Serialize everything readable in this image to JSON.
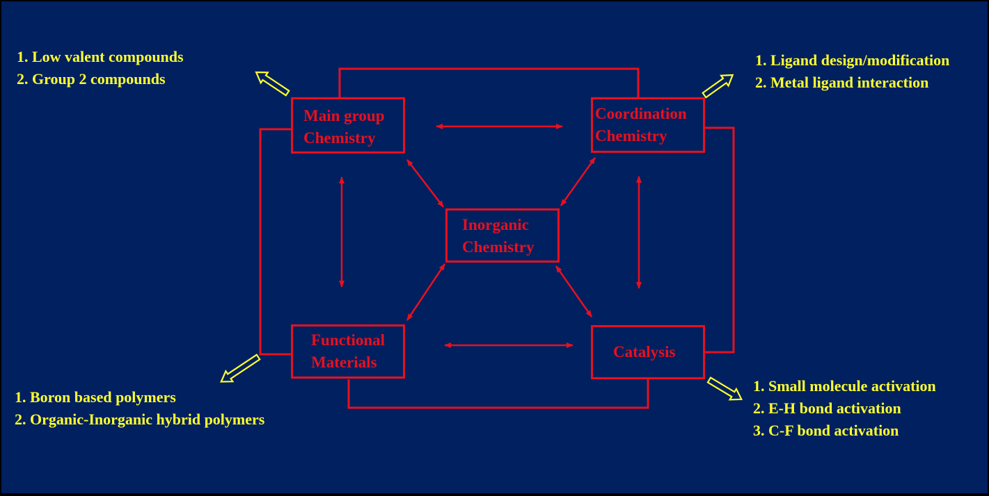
{
  "nodes": {
    "main_group": [
      "Main group",
      "Chemistry"
    ],
    "coordination": [
      "Coordination",
      "Chemistry"
    ],
    "inorganic": [
      "Inorganic",
      "Chemistry"
    ],
    "functional": [
      "Functional",
      "Materials"
    ],
    "catalysis": [
      "Catalysis"
    ]
  },
  "notes": {
    "main_group": [
      "1. Low valent compounds",
      "2. Group 2 compounds"
    ],
    "coordination": [
      "1. Ligand design/modification",
      "2. Metal ligand interaction"
    ],
    "functional": [
      "1. Boron based polymers",
      "2. Organic-Inorganic hybrid polymers"
    ],
    "catalysis": [
      "1. Small molecule activation",
      "2. E-H bond activation",
      "3. C-F bond activation"
    ]
  },
  "colors": {
    "background": "#002060",
    "node": "#e8101e",
    "note": "#ffff2e"
  }
}
